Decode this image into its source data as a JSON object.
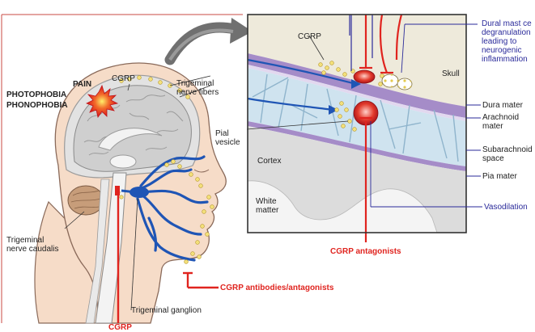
{
  "labels": {
    "pain": "PAIN",
    "photophobia": "PHOTOPHOBIA",
    "phonophobia": "PHONOPHOBIA",
    "cgrp_head": "CGRP",
    "trigeminal_fibers": "Trigeminal\nnerve fibers",
    "pial_vesicle": "Pial\nvesicle",
    "trigeminal_caudalis": "Trigeminal\nnerve caudalis",
    "trigeminal_ganglion": "Trigeminal ganglion",
    "cgrp_antibodies": "CGRP antibodies/antagonists",
    "cgrp_antagonists": "CGRP antagonists",
    "cgrp_bottom": "CGRP",
    "cgrp_inset": "CGRP",
    "skull": "Skull",
    "cortex": "Cortex",
    "white_matter": "White\nmatter",
    "dural_mast": "Dural mast ce\ndegranulation\nleading to\nneurogenic\ninflammation",
    "dura_mater": "Dura mater",
    "arachnoid_mater": "Arachnoid\nmater",
    "subarachnoid_space": "Subarachnoid\nspace",
    "pia_mater": "Pia mater",
    "vasodilation": "Vasodilation"
  },
  "colors": {
    "accent_red": "#e0241f",
    "label_blue": "#2a2a9a",
    "nerve_blue": "#1f55b5",
    "dura_purple": "#a58cc8",
    "skull_tan": "#eeeadb",
    "csf_blue": "#cfe3ef",
    "cgrp_yellow": "#f3e07a"
  },
  "icons": [
    "pain-burst-icon",
    "blood-vessel-icon",
    "mast-cell-icon",
    "curved-arrow-icon"
  ]
}
